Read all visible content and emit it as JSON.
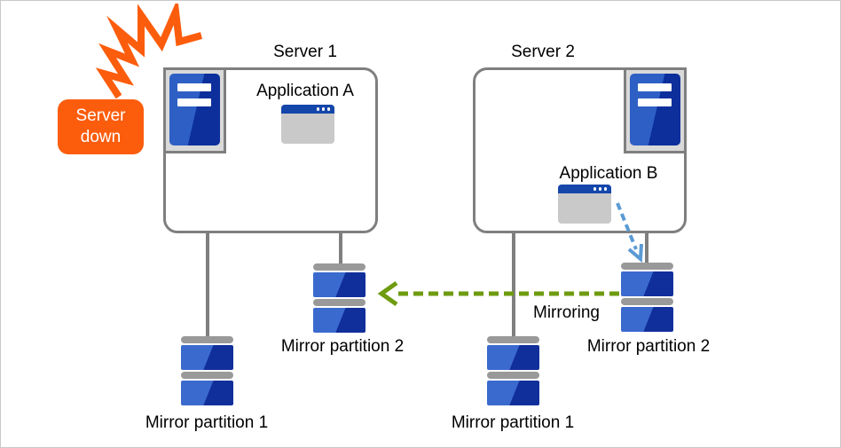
{
  "alert": {
    "line1": "Server",
    "line2": "down"
  },
  "server1": {
    "title": "Server 1",
    "app_label": "Application A",
    "mp1_label": "Mirror partition 1",
    "mp2_label": "Mirror partition 2"
  },
  "server2": {
    "title": "Server 2",
    "app_label": "Application B",
    "mp1_label": "Mirror partition 1",
    "mp2_label": "Mirror partition 2"
  },
  "mirroring": {
    "label": "Mirroring"
  },
  "icons": {
    "server": "server-tower-icon",
    "application": "application-window-icon",
    "mirror_partition": "disk-stack-icon",
    "crash": "crash-flash-icon"
  },
  "colors": {
    "alert_orange": "#fb5d0d",
    "box_border_gray": "#7f7f7f",
    "server_blue_light": "#2e5fc5",
    "server_blue_dark": "#0c2f9c",
    "disk_blue_light": "#3b6ace",
    "disk_blue_dark": "#112f9b",
    "disk_cap_gray": "#999999",
    "window_titlebar_blue": "#1546aa",
    "window_body_gray": "#c9c9c9",
    "mirroring_arrow_green": "#6f9b10",
    "app_arrow_blue": "#5b9bd5"
  }
}
